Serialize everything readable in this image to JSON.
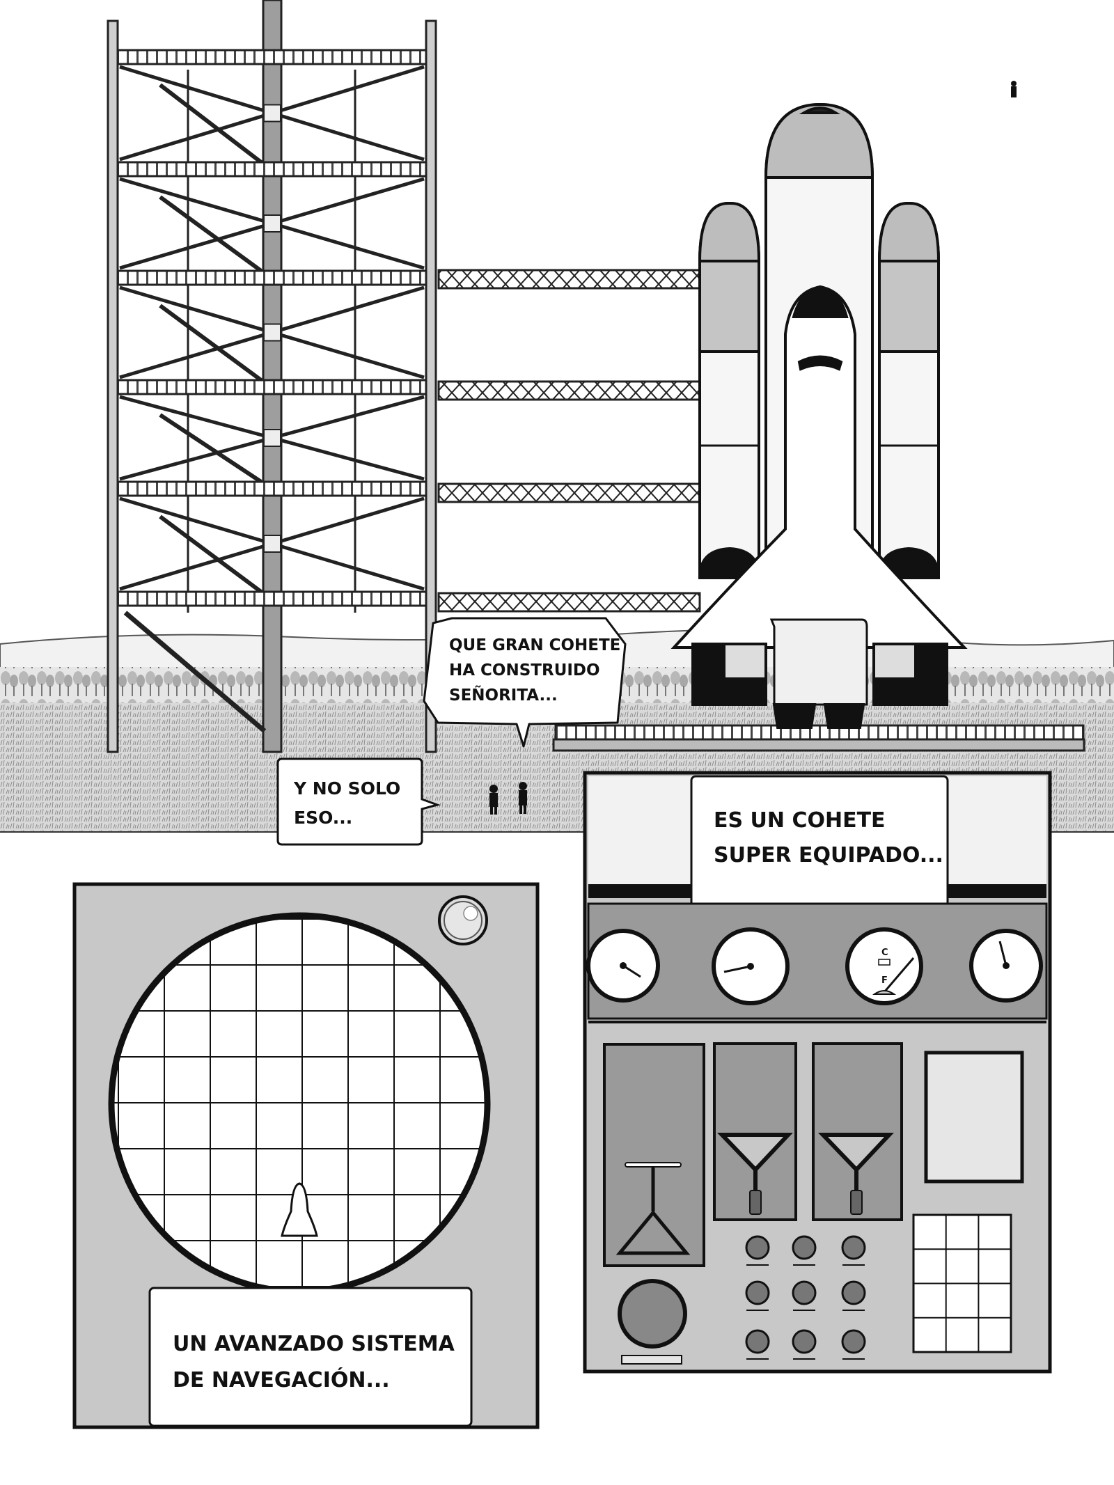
{
  "panels": {
    "launch": {
      "speech_question": [
        "QUE GRAN COHETE",
        "HA CONSTRUIDO",
        "SEÑORITA..."
      ],
      "speech_reply": [
        "Y NO SOLO",
        "ESO..."
      ]
    },
    "navigation": {
      "caption": [
        "UN AVANZADO SISTEMA",
        "DE NAVEGACIÓN..."
      ]
    },
    "cockpit": {
      "caption": [
        "ES UN COHETE",
        "SUPER EQUIPADO..."
      ],
      "fuel_gauge_labels": {
        "c": "C",
        "f": "F"
      }
    }
  },
  "colors": {
    "ink": "#111111",
    "panel_gray": "#c8c8c8",
    "dark_gray": "#8a8a8a",
    "sky": "#ffffff"
  }
}
